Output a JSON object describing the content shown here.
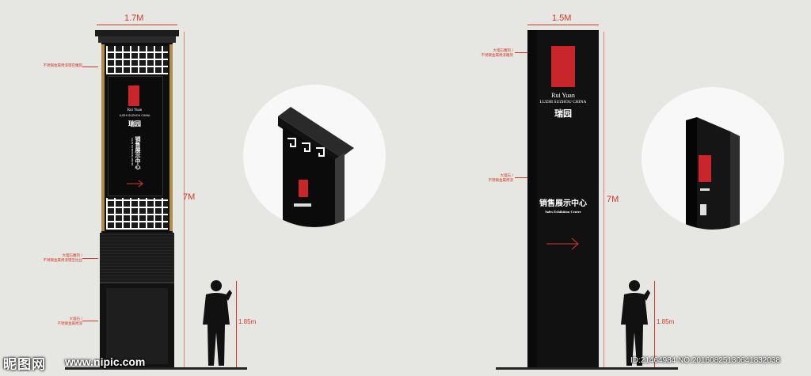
{
  "left_sign": {
    "width_label": "1.7M",
    "height_label": "7M",
    "person_height_label": "1.85m",
    "brand_en": "Rui Yuan",
    "brand_sub": "LUZHI SUZHOU CHINA",
    "brand_cn": "瑞园",
    "sales_cn": "销售展示中心",
    "sales_en": "SALES EXHIBITION CENTER",
    "note_top": "不锈钢金属烤漆镂空雕刻",
    "note_mid_1": "大理石雕刻 /",
    "note_mid_2": "不锈钢金属烤漆镂空拉丝",
    "note_bot_1": "大理石 /",
    "note_bot_2": "不锈钢金属烤漆"
  },
  "right_sign": {
    "width_label": "1.5M",
    "height_label": "7M",
    "person_height_label": "1.85m",
    "brand_en": "Rui Yuan",
    "brand_sub": "LUZHI SUZHOU CHINA",
    "brand_cn": "瑞园",
    "sales_cn": "销售展示中心",
    "sales_en": "Sales Exhibition Center",
    "note_top_1": "大理石雕刻 /",
    "note_top_2": "不锈钢金属烤漆雕刻",
    "note_mid_1": "大理石 /",
    "note_mid_2": "不锈钢金属烤漆"
  },
  "watermark": {
    "logo": "昵图网",
    "url": "www.nipic.com",
    "id_text": "ID:21464984 NO:20160825130641832038"
  },
  "colors": {
    "accent_red": "#d23a2a",
    "seal_red": "#c8262b",
    "sign_black": "#111111"
  }
}
